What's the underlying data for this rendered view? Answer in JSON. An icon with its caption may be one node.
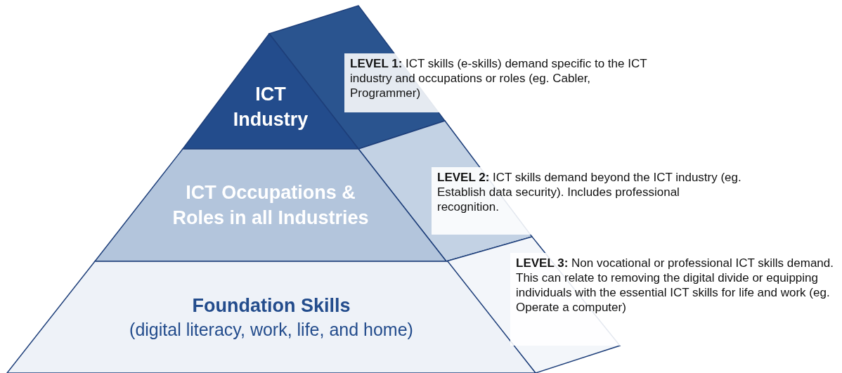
{
  "diagram": {
    "nodes": [
      {
        "text": [
          "ICT Industry"
        ]
      },
      {
        "text": [
          "ICT Occupations & Roles in all Industries"
        ]
      },
      {
        "text": [
          "Foundation Skills",
          "(digital literacy, work, life, and home)"
        ]
      },
      {
        "text": [
          "**LEVEL 1:** ICT skills (e-skills) demand specific to the ICT industry and occupations or roles (eg. Cabler, Programmer)"
        ]
      },
      {
        "text": [
          "**LEVEL 2:** ICT skills demand beyond the ICT industry (eg. Establish data security). Includes professional recognition."
        ]
      },
      {
        "text": [
          "**LEVEL 3:** Non vocational or professional ICT skills demand. This can relate to removing the digital divide or equipping individuals with the essential ICT skills for life and work (eg. Operate a computer)"
        ]
      }
    ]
  }
}
